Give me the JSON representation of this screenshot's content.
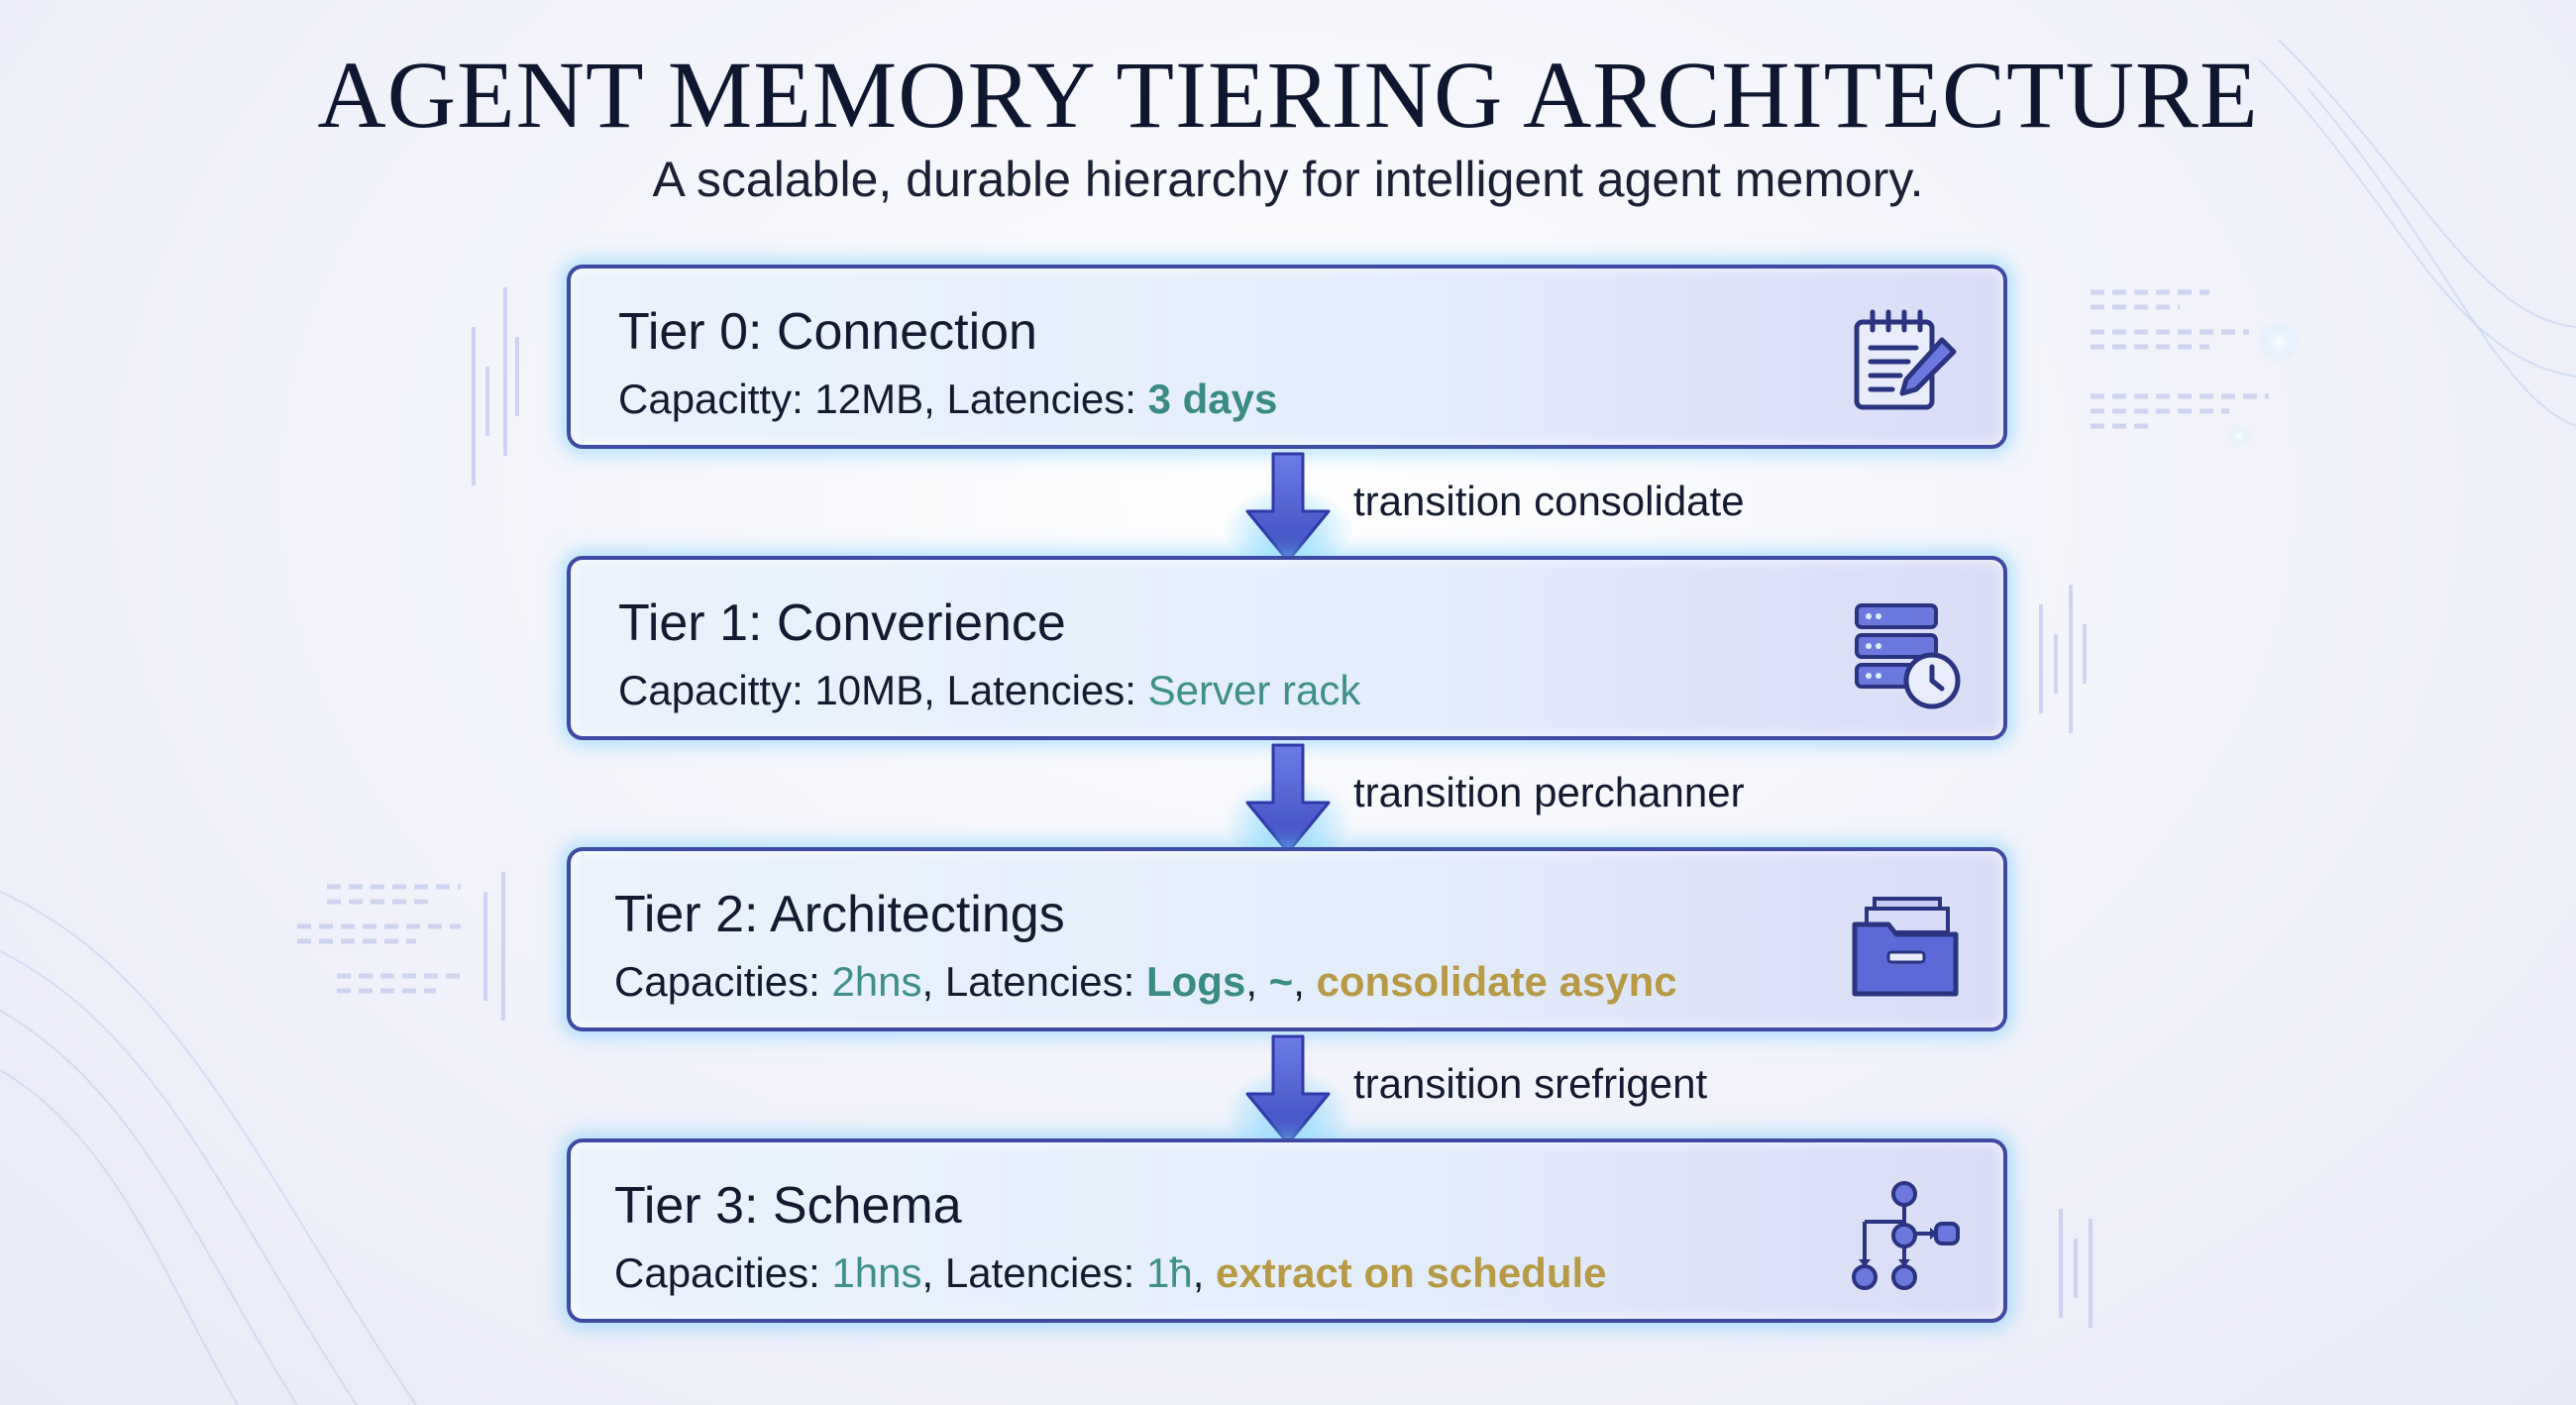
{
  "title": "AGENT MEMORY TIERING ARCHITECTURE",
  "subtitle": "A scalable, durable hierarchy for intelligent agent memory.",
  "tiers": [
    {
      "name": "Tier 0: Connection",
      "detail": {
        "prefix": "Capacitty: 12MB, Latencies: ",
        "latency": "3 days"
      },
      "icon": "notepad-pencil-icon"
    },
    {
      "name": "Tier 1: Converience",
      "detail": {
        "prefix": "Capacitty: 10MB, Latencies: ",
        "latency": "Server rack"
      },
      "icon": "server-clock-icon"
    },
    {
      "name": "Tier 2: Architectings",
      "detail": {
        "cap_label": "Capacities: ",
        "cap_value": "2hns",
        "lat_label": ", Latencies: ",
        "lat_value": "Logs",
        "sep1": ", ",
        "tilde": "~",
        "sep2": ", ",
        "action": "consolidate async"
      },
      "icon": "folder-stack-icon"
    },
    {
      "name": "Tier 3: Schema",
      "detail": {
        "cap_label": "Capacities: ",
        "cap_value": "1hns",
        "lat_label": ", Latencies: ",
        "lat_value": "1ћ",
        "sep": ", ",
        "action": "extract on schedule"
      },
      "icon": "hierarchy-tree-icon"
    }
  ],
  "transitions": [
    "transition consolidate",
    "transition perchanner",
    "transition srefrigent"
  ],
  "colors": {
    "border": "#3f4aa3",
    "accent_teal": "#3f8f8b",
    "accent_gold": "#b79a45",
    "arrow": "#5462d4",
    "glow": "#7fd6ff"
  }
}
